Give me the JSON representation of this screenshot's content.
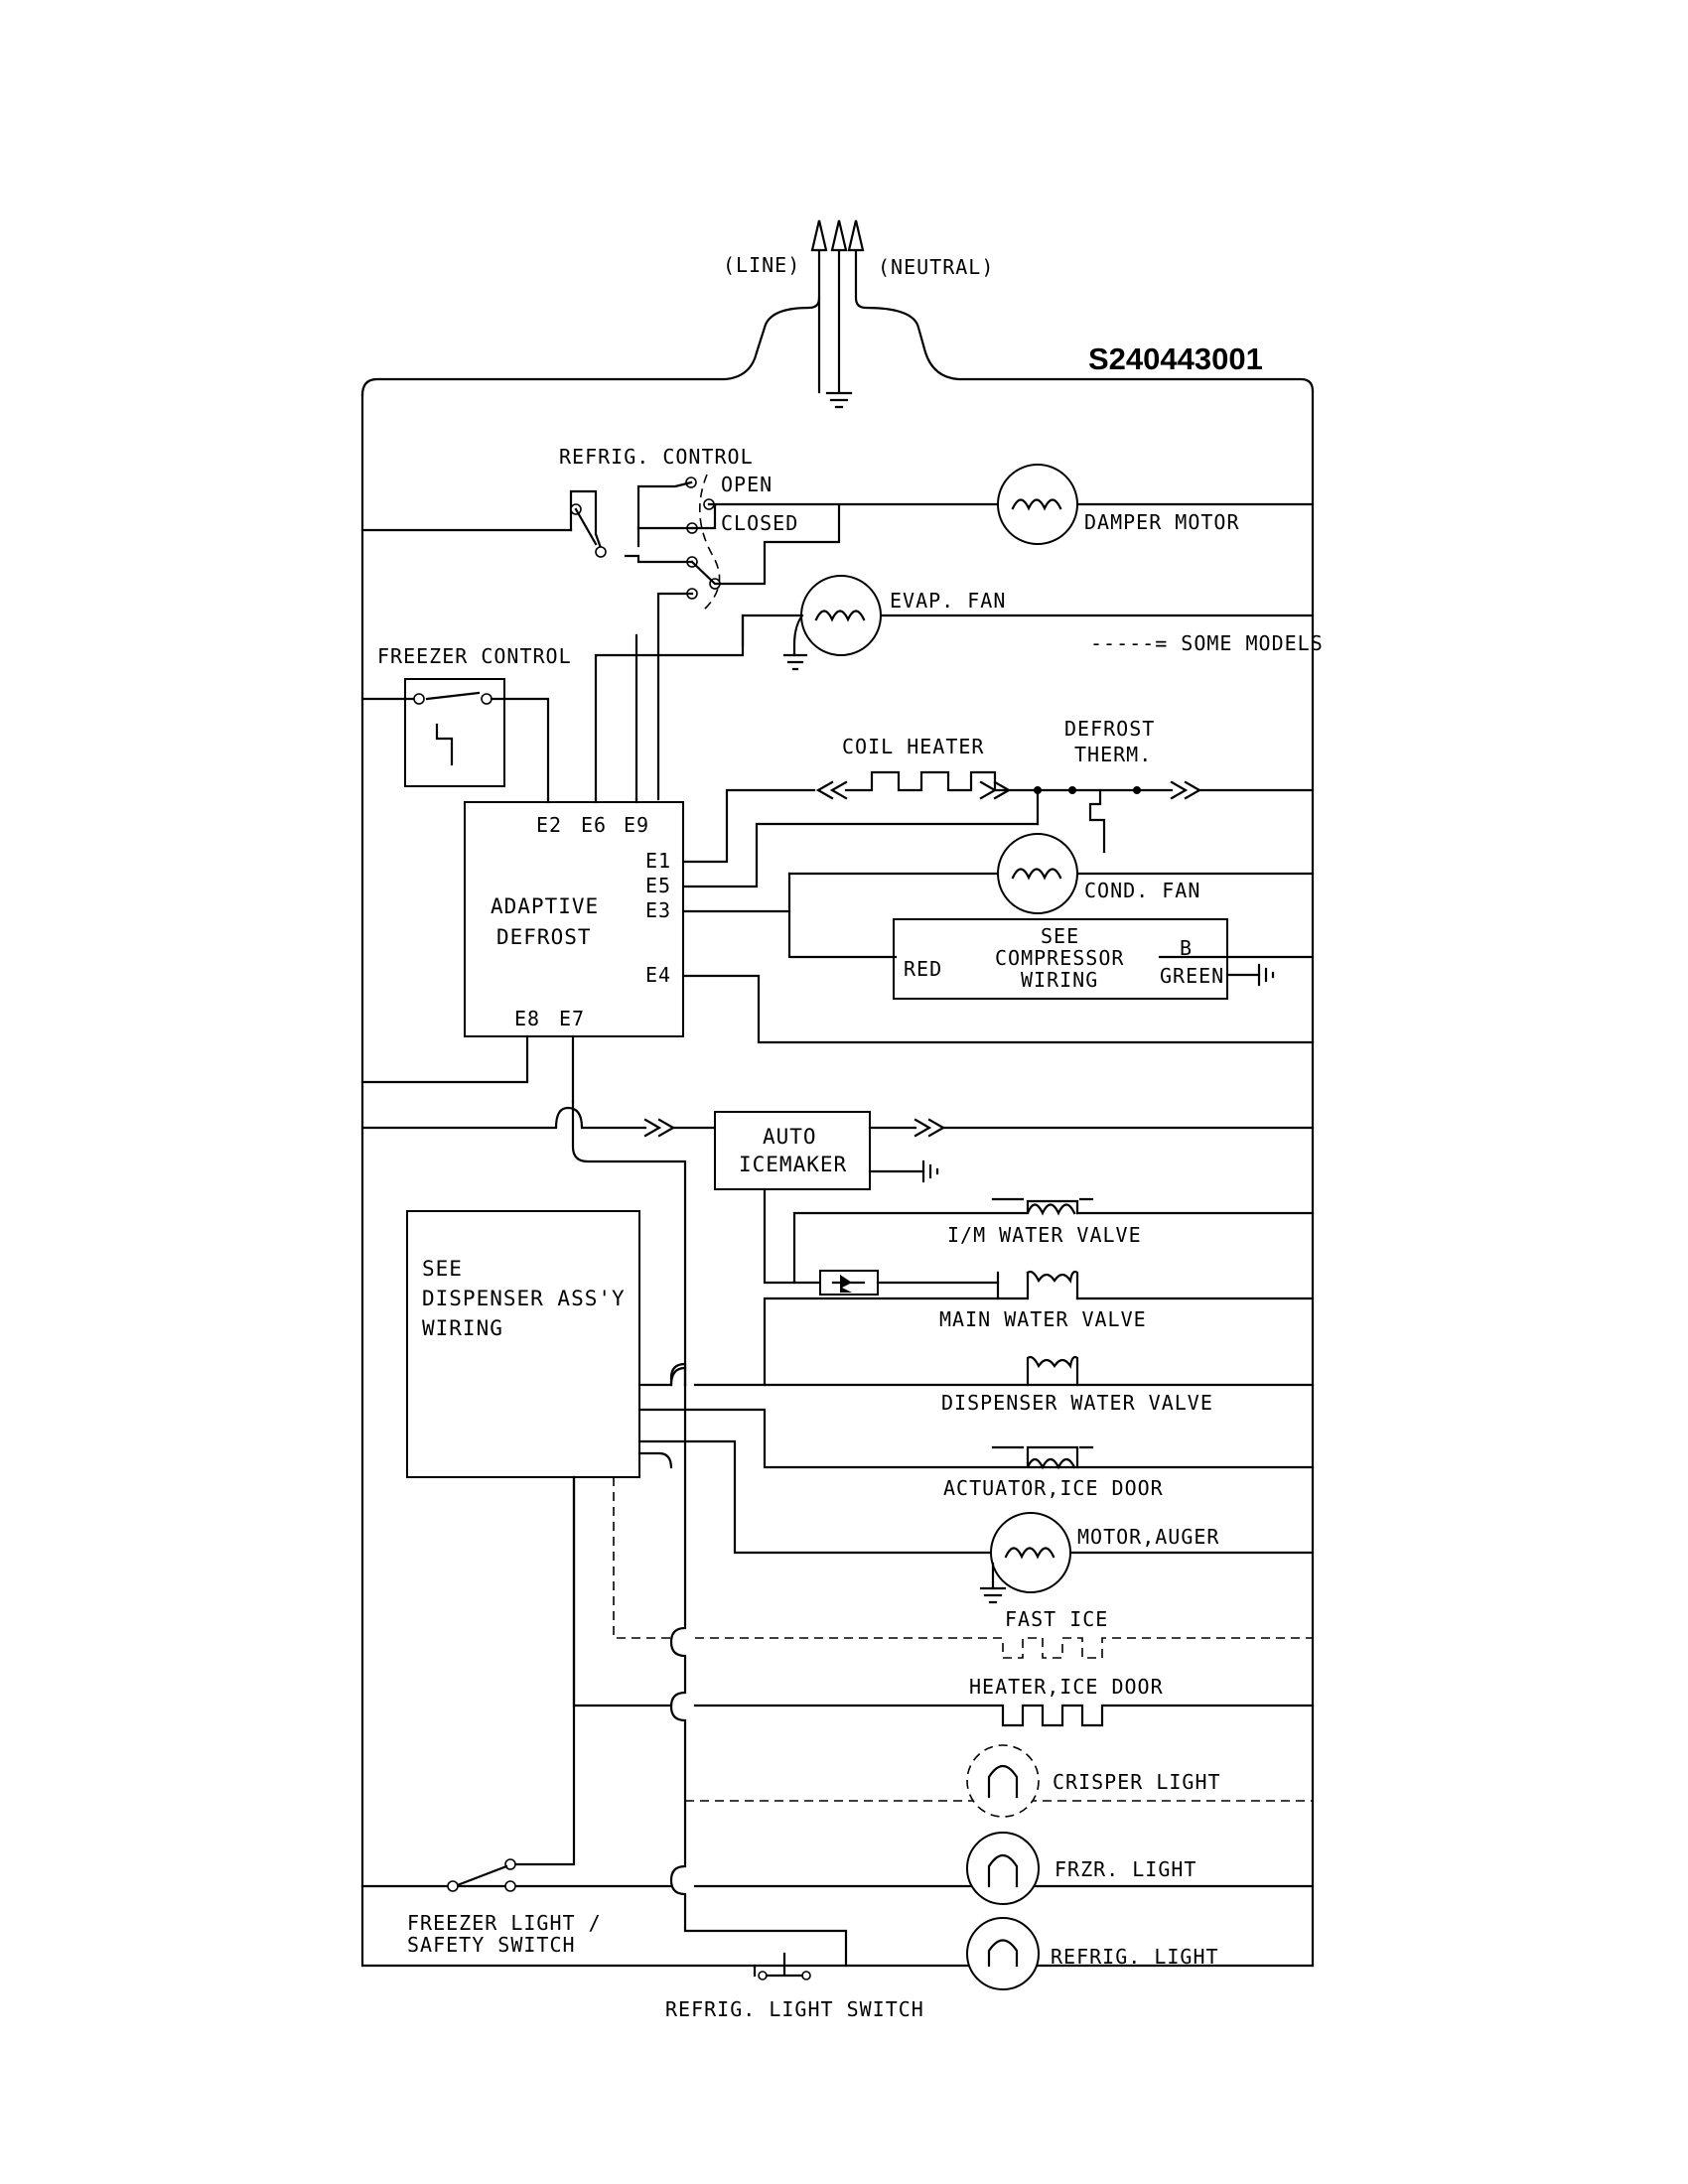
{
  "diagram_id": "S240443001",
  "supply": {
    "line": "(LINE)",
    "neutral": "(NEUTRAL)"
  },
  "legend": "-----= SOME MODELS",
  "labels": {
    "refrig_control": "REFRIG. CONTROL",
    "open": "OPEN",
    "closed": "CLOSED",
    "damper_motor": "DAMPER MOTOR",
    "evap_fan": "EVAP. FAN",
    "freezer_control": "FREEZER CONTROL",
    "coil_heater": "COIL HEATER",
    "defrost_therm_1": "DEFROST",
    "defrost_therm_2": "THERM.",
    "adaptive_1": "ADAPTIVE",
    "adaptive_2": "DEFROST",
    "cond_fan": "COND. FAN",
    "see": "SEE",
    "compressor": "COMPRESSOR",
    "wiring": "WIRING",
    "red": "RED",
    "b": "B",
    "green": "GREEN",
    "auto": "AUTO",
    "icemaker": "ICEMAKER",
    "im_water_valve": "I/M WATER VALVE",
    "main_water_valve": "MAIN WATER VALVE",
    "dispenser_water_valve": "DISPENSER WATER VALVE",
    "actuator_ice_door": "ACTUATOR,ICE DOOR",
    "motor_auger": "MOTOR,AUGER",
    "fast_ice": "FAST ICE",
    "heater_ice_door": "HEATER,ICE DOOR",
    "crisper_light": "CRISPER LIGHT",
    "frzr_light": "FRZR. LIGHT",
    "refrig_light": "REFRIG. LIGHT",
    "dispenser_1": "SEE",
    "dispenser_2": "DISPENSER ASS'Y",
    "dispenser_3": "WIRING",
    "freezer_switch_1": "FREEZER LIGHT /",
    "freezer_switch_2": "SAFETY SWITCH",
    "refrig_light_switch": "REFRIG. LIGHT SWITCH"
  },
  "terminals": {
    "e2": "E2",
    "e6": "E6",
    "e9": "E9",
    "e1": "E1",
    "e5": "E5",
    "e3": "E3",
    "e4": "E4",
    "e8": "E8",
    "e7": "E7"
  }
}
